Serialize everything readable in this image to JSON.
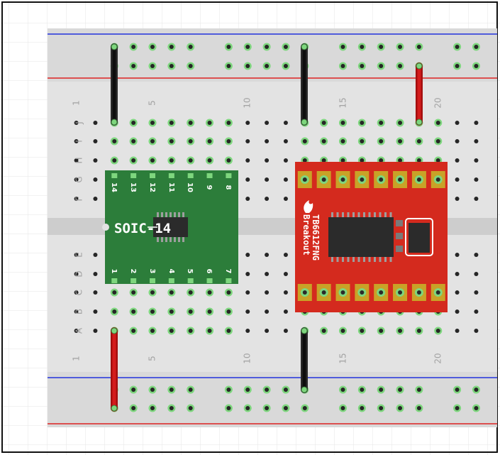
{
  "breadboard": {
    "row_labels_top": [
      "J",
      "I",
      "H",
      "G",
      "F"
    ],
    "row_labels_bottom": [
      "E",
      "D",
      "C",
      "B",
      "A"
    ],
    "column_numbers": [
      "1",
      "5",
      "10",
      "15",
      "20"
    ]
  },
  "soic_adapter": {
    "label": "SOIC-14",
    "pin_labels_top": [
      "14",
      "13",
      "12",
      "11",
      "10",
      "9",
      "8"
    ],
    "pin_labels_bottom": [
      "1",
      "2",
      "3",
      "4",
      "5",
      "6",
      "7"
    ]
  },
  "driver_breakout": {
    "line1": "TB6612FNG",
    "line2": "Breakout"
  },
  "colors": {
    "board": "#e3e3e3",
    "rail_plus": "#dd2222",
    "rail_minus": "#2233dd",
    "hole": "#262626",
    "connected_hole": "#7ed67e",
    "soic_pcb": "#2c7d3a",
    "driver_pcb": "#d42a1e",
    "wire_black": "#1c1c1c",
    "wire_red": "#c41414"
  }
}
